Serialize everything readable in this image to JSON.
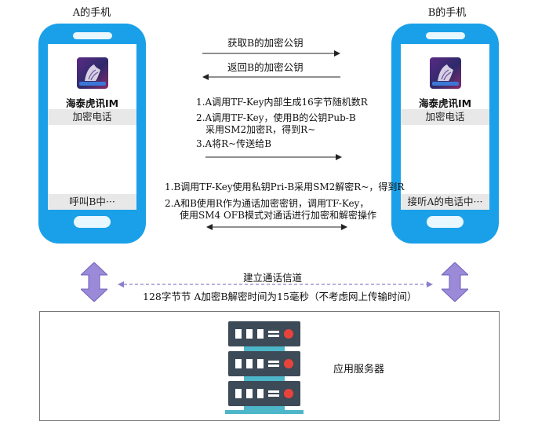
{
  "phones": {
    "a": {
      "label": "A的手机",
      "app_name": "海泰虎讯IM",
      "top_bar": "加密电话",
      "status": "呼叫B中···"
    },
    "b": {
      "label": "B的手机",
      "app_name": "海泰虎讯IM",
      "top_bar": "加密电话",
      "status": "接听A的电话中···"
    }
  },
  "arrows": {
    "get_key": "获取B的加密公钥",
    "return_key": "返回B的加密公钥"
  },
  "steps_a": {
    "s1": "1.A调用TF-Key内部生成16字节随机数R",
    "s2_line1": "2.A调用TF-Key，使用B的公钥Pub-B",
    "s2_line2": "采用SM2加密R，得到R~",
    "s3": "3.A将R~传送给B"
  },
  "steps_b": {
    "s1": "1.B调用TF-Key使用私钥Pri-B采用SM2解密R~，得到R",
    "s2_line1": "2.A和B使用R作为通话加密密钥，调用TF-Key，",
    "s2_line2": "使用SM4 OFB模式对通话进行加密和解密操作"
  },
  "channel": {
    "label": "建立通话信道",
    "timing": "128字节节 A加密B解密时间为15毫秒（不考虑网上传输时间）"
  },
  "server": {
    "label": "应用服务器"
  },
  "colors": {
    "phone_blue": "#1aa0e8",
    "vertical_arrow": "#9b8ad8",
    "channel_line": "#8b80cc",
    "server_dark": "#3d4a58",
    "server_red": "#e8433b",
    "server_teal": "#4db6c9"
  },
  "icons": {
    "app_logo": "tiger-logo",
    "server": "server-rack-icon"
  }
}
